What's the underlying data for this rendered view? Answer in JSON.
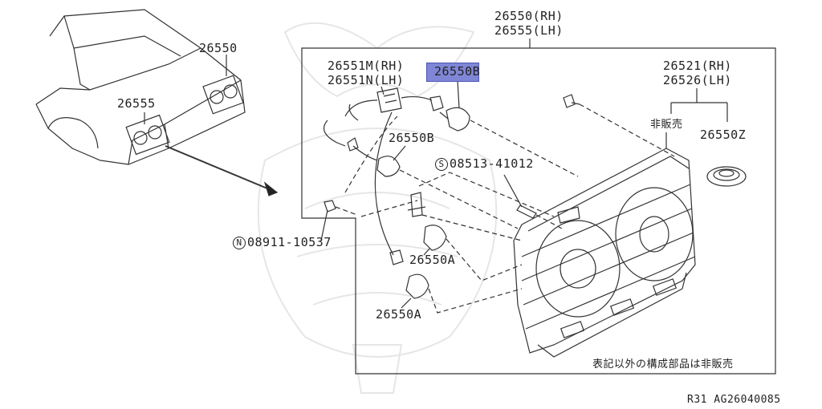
{
  "highlight_color": "#7f86d6",
  "line_color": "#333333",
  "labels": {
    "car_rh": "26550",
    "car_lh": "26555",
    "assembly_rh": "26550(RH)",
    "assembly_lh": "26555(LH)",
    "socket_rh": "26551M(RH)",
    "socket_lh": "26551N(LH)",
    "bulb_b_top_highlight": "26550",
    "bulb_b_top_suffix": "B",
    "bulb_b_mid": "26550B",
    "screw_prefix": "S",
    "screw": "08513-41012",
    "nut_prefix": "N",
    "nut": "08911-10537",
    "bulb_a_upper": "26550A",
    "bulb_a_lower": "26550A",
    "gasket_rh": "26521(RH)",
    "gasket_lh": "26526(LH)",
    "not_for_sale": "非販売",
    "grommet": "26550Z",
    "footnote": "表記以外の構成部品は非販売",
    "diagram_code": "R31  AG26040085"
  },
  "icons": {
    "car": "car-rear-icon",
    "lamp": "tail-lamp-assembly-icon",
    "bulb": "bulb-icon",
    "socket": "socket-icon",
    "grommet": "grommet-icon",
    "screw": "screw-icon",
    "nut": "nut-icon",
    "watermark": "samurai-helmet-watermark"
  }
}
